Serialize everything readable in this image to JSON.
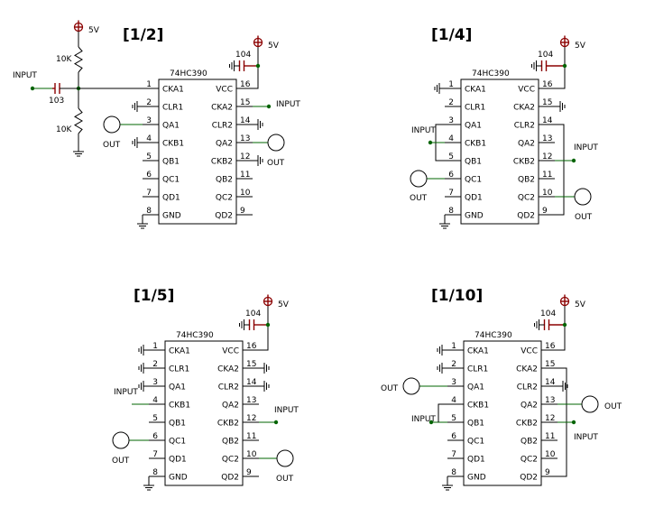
{
  "colors": {
    "wire": "#000000",
    "connection": "#006400",
    "supply": "#8b0000",
    "background": "#ffffff"
  },
  "circuits": [
    {
      "title": "[1/2]",
      "chip_label": "74HC390",
      "supply_label": "5V",
      "cap_label": "104",
      "left_pins": [
        "CKA1",
        "CLR1",
        "QA1",
        "CKB1",
        "QB1",
        "QC1",
        "QD1",
        "GND"
      ],
      "right_pins": [
        "VCC",
        "CKA2",
        "CLR2",
        "QA2",
        "CKB2",
        "QB2",
        "QC2",
        "QD2"
      ],
      "left_nums": [
        "1",
        "2",
        "3",
        "4",
        "5",
        "6",
        "7",
        "8"
      ],
      "right_nums": [
        "16",
        "15",
        "14",
        "13",
        "12",
        "11",
        "10",
        "9"
      ],
      "texts": [
        "INPUT",
        "103",
        "10K",
        "10K",
        "5V",
        "OUT",
        "OUT",
        "INPUT"
      ]
    },
    {
      "title": "[1/4]",
      "chip_label": "74HC390",
      "supply_label": "5V",
      "cap_label": "104",
      "left_pins": [
        "CKA1",
        "CLR1",
        "QA1",
        "CKB1",
        "QB1",
        "QC1",
        "QD1",
        "GND"
      ],
      "right_pins": [
        "VCC",
        "CKA2",
        "CLR2",
        "QA2",
        "CKB2",
        "QB2",
        "QC2",
        "QD2"
      ],
      "left_nums": [
        "1",
        "2",
        "3",
        "4",
        "5",
        "6",
        "7",
        "8"
      ],
      "right_nums": [
        "16",
        "15",
        "14",
        "13",
        "12",
        "11",
        "10",
        "9"
      ],
      "texts": [
        "INPUT",
        "OUT",
        "INPUT",
        "OUT"
      ]
    },
    {
      "title": "[1/5]",
      "chip_label": "74HC390",
      "supply_label": "5V",
      "cap_label": "104",
      "left_pins": [
        "CKA1",
        "CLR1",
        "QA1",
        "CKB1",
        "QB1",
        "QC1",
        "QD1",
        "GND"
      ],
      "right_pins": [
        "VCC",
        "CKA2",
        "CLR2",
        "QA2",
        "CKB2",
        "QB2",
        "QC2",
        "QD2"
      ],
      "left_nums": [
        "1",
        "2",
        "3",
        "4",
        "5",
        "6",
        "7",
        "8"
      ],
      "right_nums": [
        "16",
        "15",
        "14",
        "13",
        "12",
        "11",
        "10",
        "9"
      ],
      "texts": [
        "INPUT",
        "OUT",
        "INPUT",
        "OUT"
      ]
    },
    {
      "title": "[1/10]",
      "chip_label": "74HC390",
      "supply_label": "5V",
      "cap_label": "104",
      "left_pins": [
        "CKA1",
        "CLR1",
        "QA1",
        "CKB1",
        "QB1",
        "QC1",
        "QD1",
        "GND"
      ],
      "right_pins": [
        "VCC",
        "CKA2",
        "CLR2",
        "QA2",
        "CKB2",
        "QB2",
        "QC2",
        "QD2"
      ],
      "left_nums": [
        "1",
        "2",
        "3",
        "4",
        "5",
        "6",
        "7",
        "8"
      ],
      "right_nums": [
        "16",
        "15",
        "14",
        "13",
        "12",
        "11",
        "10",
        "9"
      ],
      "texts": [
        "OUT",
        "INPUT",
        "OUT",
        "INPUT"
      ]
    }
  ]
}
